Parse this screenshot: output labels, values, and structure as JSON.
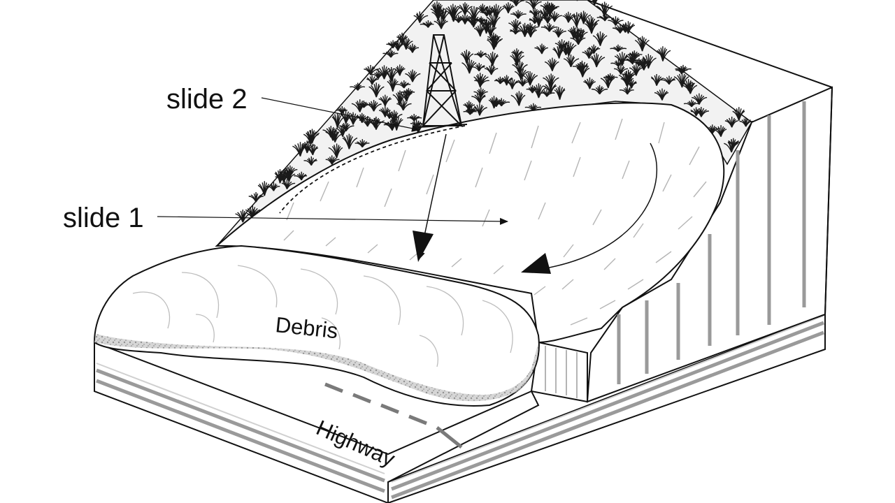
{
  "labels": {
    "slide2": "slide 2",
    "slide1": "slide 1",
    "debris": "Debris",
    "highway": "Highway"
  },
  "colors": {
    "line": "#111111",
    "shade": "#9a9a9a",
    "vegetation": "#1a1a1a",
    "paper": "#ffffff"
  },
  "icons": [
    "transmission-tower-icon",
    "vegetation-tuft-icon",
    "arrow-icon"
  ]
}
